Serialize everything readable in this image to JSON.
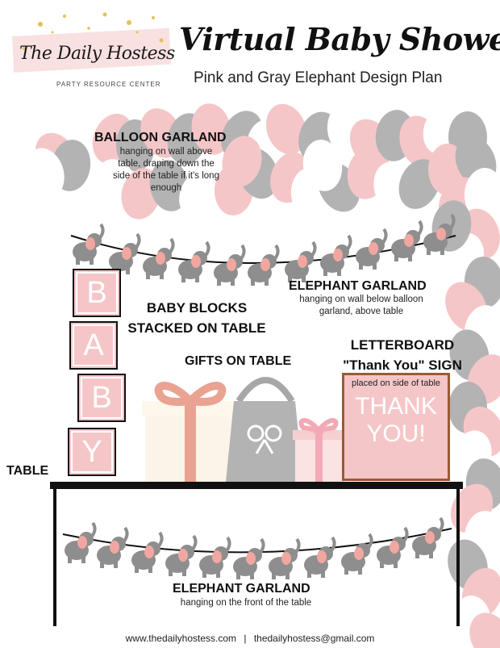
{
  "logo": {
    "name": "The Daily Hostess",
    "tagline": "PARTY RESOURCE CENTER"
  },
  "title": "Virtual Baby Shower",
  "subtitle": "Pink and Gray Elephant Design Plan",
  "balloon_garland": {
    "heading": "BALLOON GARLAND",
    "desc": [
      "hanging on wall above",
      "table, draping down the",
      "side of the table if it's long",
      "enough"
    ]
  },
  "elephant_garland_top": {
    "heading": "ELEPHANT GARLAND",
    "desc": [
      "hanging on wall below balloon",
      "garland, above table"
    ]
  },
  "baby_blocks": {
    "heading_line1": "BABY BLOCKS",
    "heading_line2": "STACKED ON TABLE",
    "letters": [
      "B",
      "A",
      "B",
      "Y"
    ]
  },
  "gifts": {
    "heading": "GIFTS ON TABLE"
  },
  "letterboard": {
    "heading_line1": "LETTERBOARD",
    "heading_line2": "\"Thank You\" SIGN",
    "desc": "placed on side of table",
    "text_line1": "THANK",
    "text_line2": "YOU!"
  },
  "table": {
    "label": "TABLE"
  },
  "elephant_garland_front": {
    "heading": "ELEPHANT GARLAND",
    "desc": "hanging on the front of the table"
  },
  "footer": {
    "website": "www.thedailyhostess.com",
    "separator": "|",
    "email": "thedailyhostess@gmail.com"
  },
  "colors": {
    "pink": "#f5c6c8",
    "gray": "#b3b3b3",
    "rose_ribbon": "#eaa392",
    "board_frame": "#9a5b34"
  }
}
